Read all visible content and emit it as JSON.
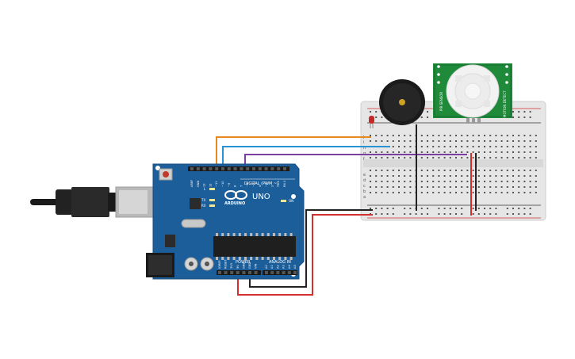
{
  "arduino": {
    "brand": "ARDUINO",
    "model": "UNO",
    "digital_header": "DIGITAL (PWM ~)",
    "power_header": "POWER",
    "analog_header": "ANALOG IN",
    "led_labels": [
      "L",
      "TX",
      "RX"
    ],
    "on_label": "ON",
    "digital_pins": [
      "AREF",
      "GND",
      "13",
      "12",
      "~11",
      "~10",
      "~9",
      "8",
      "7",
      "~6",
      "~5",
      "4",
      "~3",
      "2",
      "TX 1",
      "RX 0"
    ],
    "power_pins": [
      "IOREF",
      "RESET",
      "3V3",
      "5V",
      "GND",
      "GND",
      "VIN"
    ],
    "analog_pins": [
      "A0",
      "A1",
      "A2",
      "A3",
      "A4",
      "A5"
    ],
    "wires": {
      "orange": "#e8891e",
      "blue": "#2a93d5",
      "purple": "#7b3fa3",
      "black": "#222222",
      "red": "#d32f2f"
    }
  },
  "pir": {
    "left_label": "PIR SENSOR",
    "right_label": "MOTION DETECT"
  },
  "colors": {
    "board": "#1c5e9a",
    "pcb_green": "#1f8a3a",
    "breadboard": "#e8e8e8"
  }
}
